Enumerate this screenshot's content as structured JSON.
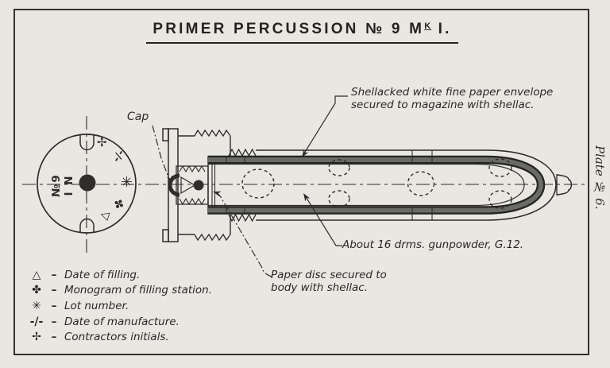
{
  "title": {
    "pre": "PRIMER PERCUSSION № 9 M",
    "sup": "K",
    "post": " I."
  },
  "plate_label": "Plate № 6.",
  "drawing": {
    "cap_label": "Cap",
    "envelope_note": {
      "line1": "Shellacked white fine paper envelope",
      "line2": "secured to magazine with shellac."
    },
    "gunpowder_note": "About 16 drms. gunpowder, G.12.",
    "paper_disc_note": {
      "line1": "Paper disc secured to",
      "line2": "body with shellac."
    },
    "stamp": {
      "line1": "№9",
      "line2": "I N"
    },
    "face_symbols": {
      "contractors": "✢",
      "manufacture": "-/-",
      "lot": "✳",
      "monogram": "✤",
      "filling": "△"
    }
  },
  "legend": {
    "separator": "–",
    "items": [
      {
        "symbol": "△",
        "label": "Date of filling."
      },
      {
        "symbol": "✤",
        "label": "Monogram of filling station."
      },
      {
        "symbol": "✳",
        "label": "Lot number."
      },
      {
        "symbol": "-/-",
        "label": "Date of manufacture."
      },
      {
        "symbol": "✢",
        "label": "Contractors initials."
      }
    ]
  },
  "colors": {
    "paper": "#e9e7e2",
    "ink": "#2e2d2b",
    "wall_band": "#6a6a68"
  }
}
